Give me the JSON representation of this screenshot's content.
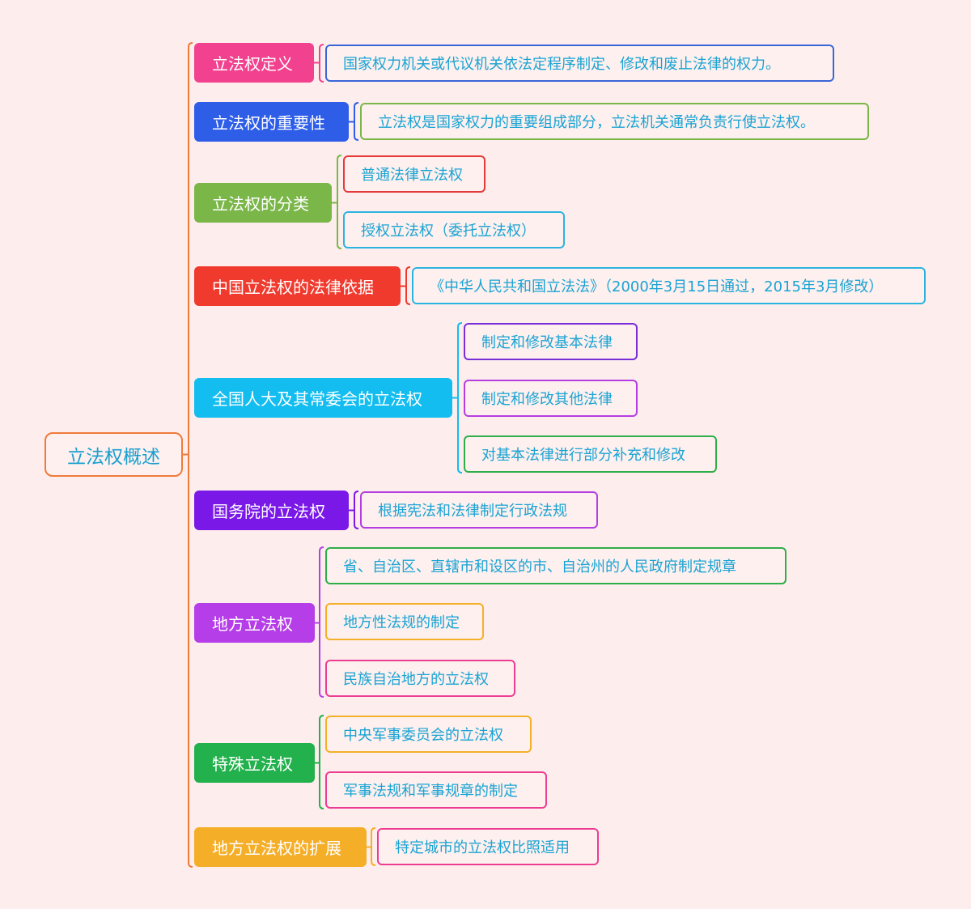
{
  "root": {
    "label": "立法权概述",
    "color": "#f07a3a"
  },
  "branches": [
    {
      "label": "立法权定义",
      "color": "#f2418f",
      "children": [
        {
          "label": "国家权力机关或代议机关依法定程序制定、修改和废止法律的权力。",
          "color": "#3a66d8"
        }
      ]
    },
    {
      "label": "立法权的重要性",
      "color": "#2e5de8",
      "children": [
        {
          "label": "立法权是国家权力的重要组成部分，立法机关通常负责行使立法权。",
          "color": "#7ab648"
        }
      ]
    },
    {
      "label": "立法权的分类",
      "color": "#7ab648",
      "children": [
        {
          "label": "普通法律立法权",
          "color": "#e63a3a"
        },
        {
          "label": "授权立法权（委托立法权）",
          "color": "#2cb4e0"
        }
      ]
    },
    {
      "label": "中国立法权的法律依据",
      "color": "#f03a2e",
      "children": [
        {
          "label": "《中华人民共和国立法法》（2000年3月15日通过，2015年3月修改）",
          "color": "#2cb4e0"
        }
      ]
    },
    {
      "label": "全国人大及其常委会的立法权",
      "color": "#13bdf0",
      "children": [
        {
          "label": "制定和修改基本法律",
          "color": "#7a2ed8"
        },
        {
          "label": "制定和修改其他法律",
          "color": "#b53ee0"
        },
        {
          "label": "对基本法律进行部分补充和修改",
          "color": "#2fae4a"
        }
      ]
    },
    {
      "label": "国务院的立法权",
      "color": "#7a18e8",
      "children": [
        {
          "label": "根据宪法和法律制定行政法规",
          "color": "#b53ee0"
        }
      ]
    },
    {
      "label": "地方立法权",
      "color": "#b53ee8",
      "children": [
        {
          "label": "省、自治区、直辖市和设区的市、自治州的人民政府制定规章",
          "color": "#2fae4a"
        },
        {
          "label": "地方性法规的制定",
          "color": "#f5b02a"
        },
        {
          "label": "民族自治地方的立法权",
          "color": "#ec3d92"
        }
      ]
    },
    {
      "label": "特殊立法权",
      "color": "#22b14c",
      "children": [
        {
          "label": "中央军事委员会的立法权",
          "color": "#f5b02a"
        },
        {
          "label": "军事法规和军事规章的制定",
          "color": "#ec3d92"
        }
      ]
    },
    {
      "label": "地方立法权的扩展",
      "color": "#f5ae28",
      "children": [
        {
          "label": "特定城市的立法权比照适用",
          "color": "#ec3d92"
        }
      ]
    }
  ]
}
